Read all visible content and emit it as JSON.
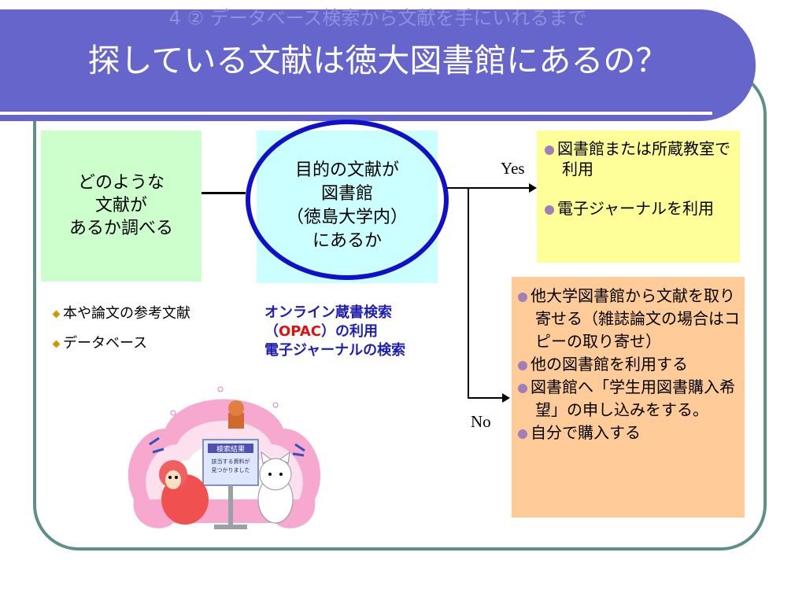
{
  "title_block": {
    "subtitle": "4 ② データベース検索から文献を手にいれるまで",
    "title": "探している文献は徳大図書館にあるの？"
  },
  "boxes": {
    "search_what": {
      "lines": [
        "どのような",
        "文献が",
        "あるか調べる"
      ]
    },
    "in_library": {
      "lines": [
        "目的の文献が",
        "図書館",
        "（徳島大学内）",
        "にあるか"
      ]
    },
    "yes_actions": [
      "図書館または所蔵教室で利用",
      "電子ジャーナルを利用"
    ],
    "no_actions": [
      "他大学図書館から文献を取り寄せる（雑誌論文の場合はコピーの取り寄せ）",
      "他の図書館を利用する",
      "図書館へ「学生用図書購入希望」の申し込みをする。",
      "自分で購入する"
    ]
  },
  "labels": {
    "yes": "Yes",
    "no": "No"
  },
  "left_notes": [
    "本や論文の参考文献",
    "データベース"
  ],
  "blue_notes": {
    "line1": "オンライン蔵書検索",
    "line2_open": "（",
    "line2_opac": "OPAC",
    "line2_close": "）の利用",
    "line3": "電子ジャーナルの検索"
  },
  "illustration": {
    "sign_title": "検索結果",
    "sign_line1": "該当する資料が",
    "sign_line2": "見つかりました"
  },
  "colors": {
    "banner": "#6565cc",
    "frame": "#5e8f88",
    "green_box": "#ccffcc",
    "cyan_box": "#ccffff",
    "yellow_box": "#ffff99",
    "orange_box": "#ffcc99",
    "circle": "#1010cc"
  }
}
